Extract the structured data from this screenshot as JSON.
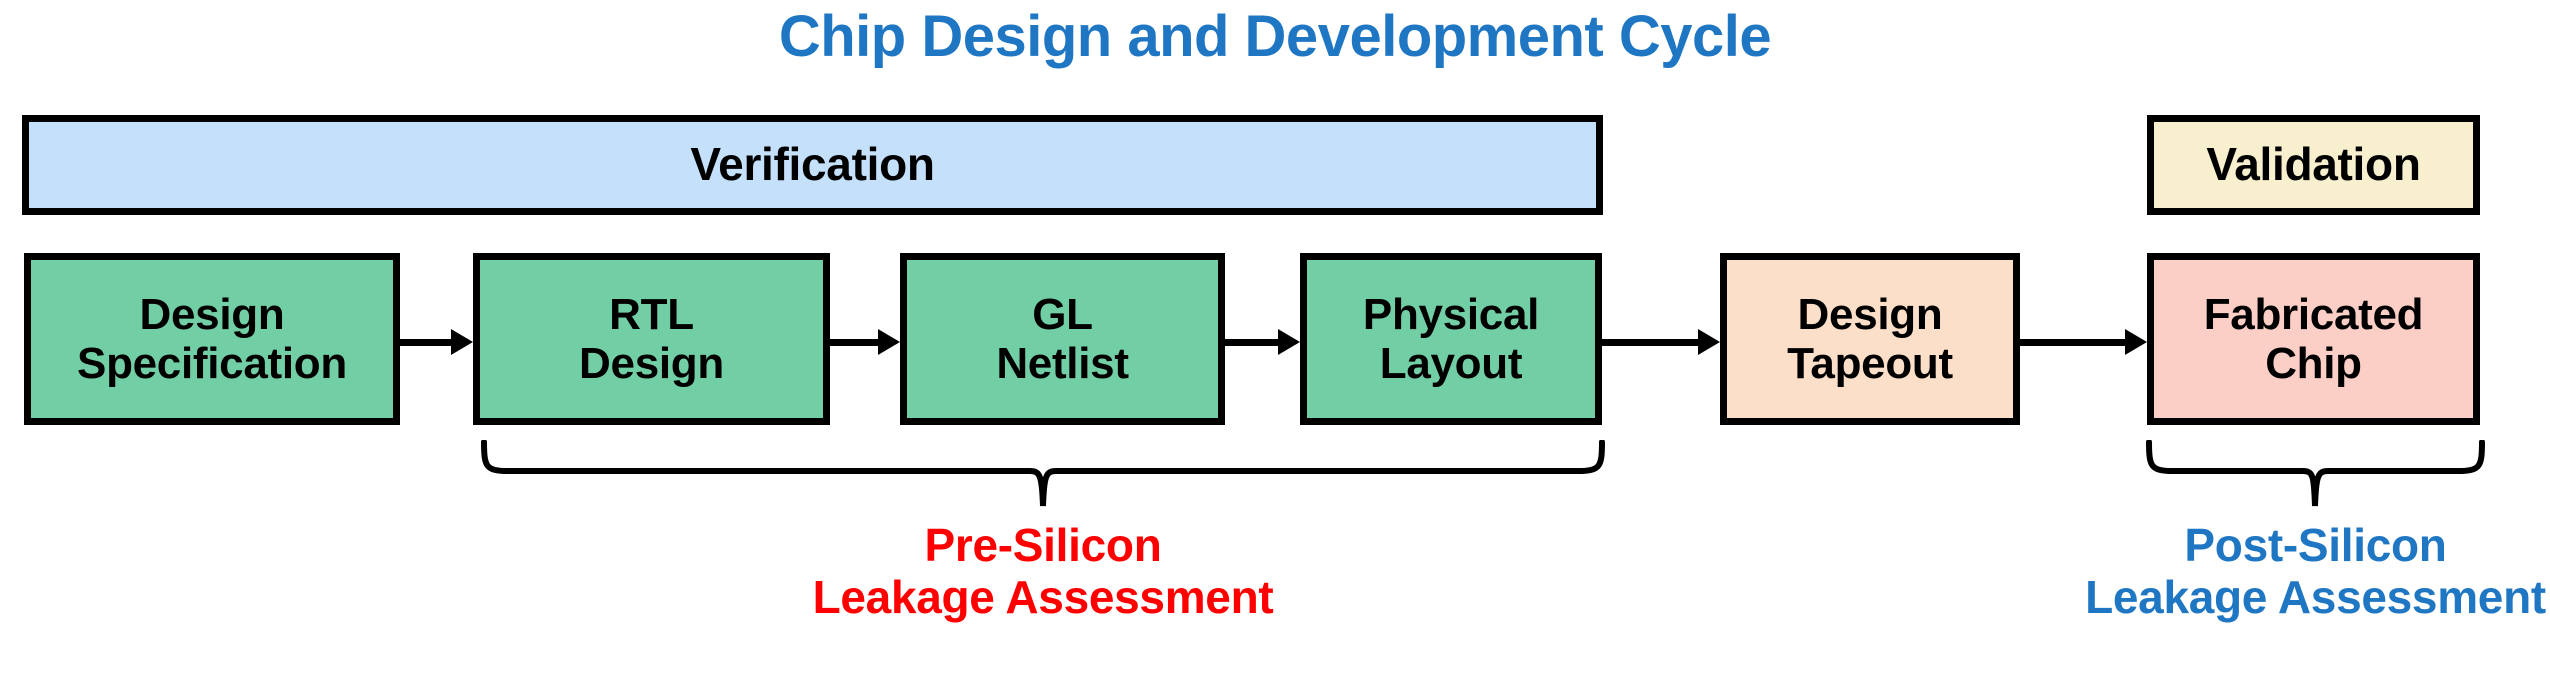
{
  "diagram": {
    "title": "Chip Design and Development Cycle",
    "bands": [
      {
        "id": "verification",
        "label": "Verification",
        "color": "#C5E0FB"
      },
      {
        "id": "validation",
        "label": "Validation",
        "color": "#F7EFCE"
      }
    ],
    "stages": [
      {
        "id": "design-specification",
        "label": "Design\nSpecification",
        "color": "#72CEA5"
      },
      {
        "id": "rtl-design",
        "label": "RTL\nDesign",
        "color": "#72CEA5"
      },
      {
        "id": "gl-netlist",
        "label": "GL\nNetlist",
        "color": "#72CEA5"
      },
      {
        "id": "physical-layout",
        "label": "Physical\nLayout",
        "color": "#72CEA5"
      },
      {
        "id": "design-tapeout",
        "label": "Design\nTapeout",
        "color": "#FBDFC8"
      },
      {
        "id": "fabricated-chip",
        "label": "Fabricated\nChip",
        "color": "#FBCEC6"
      }
    ],
    "captions": [
      {
        "id": "pre-silicon",
        "label": "Pre-Silicon\nLeakage Assessment",
        "color": "#FF0000"
      },
      {
        "id": "post-silicon",
        "label": "Post-Silicon\nLeakage Assessment",
        "color": "#1F77C4"
      }
    ],
    "colors": {
      "title": "#1F77C4",
      "outline": "#000000",
      "background": "#FFFFFF"
    }
  }
}
